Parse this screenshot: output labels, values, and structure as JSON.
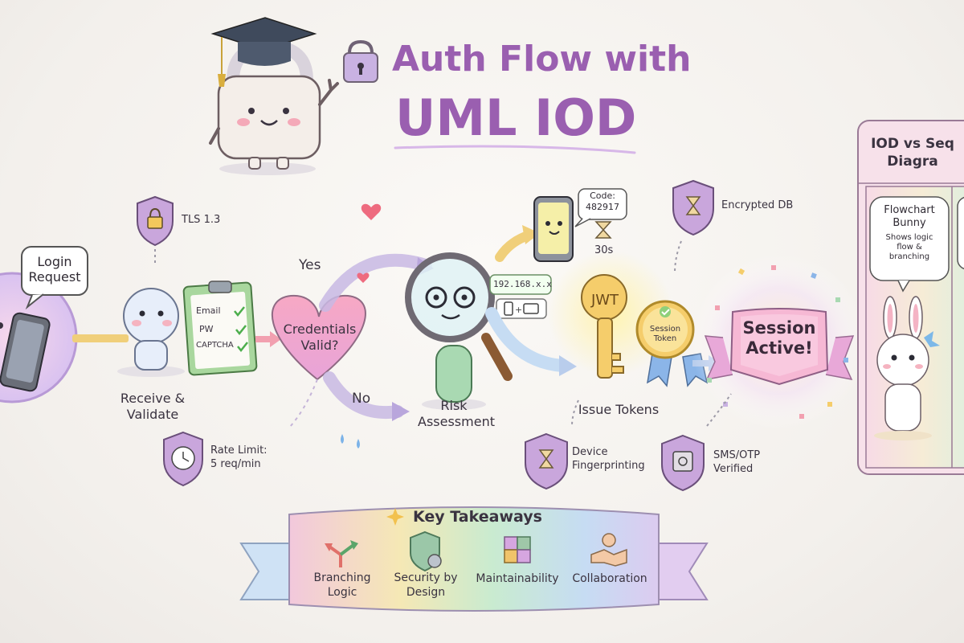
{
  "title": {
    "line1": "Auth Flow with",
    "line2": "UML IOD"
  },
  "colors": {
    "accent": "#9a5fb0",
    "shield": "#b48cc9",
    "arrow": "#b9a6dc",
    "gold": "#f1c66a",
    "ink": "#3a3340"
  },
  "nodes": {
    "login": {
      "bubble": "Login\nRequest"
    },
    "receive": {
      "label": "Receive &\nValidate"
    },
    "checklist": {
      "items": [
        "Email",
        "PW",
        "CAPTCHA"
      ]
    },
    "decision": {
      "label": "Credentials\nValid?",
      "yes": "Yes",
      "no": "No"
    },
    "risk": {
      "label": "Risk\nAssessment",
      "ip": "192.168.x.x"
    },
    "otp": {
      "code": "Code:\n482917",
      "timer": "30s"
    },
    "issue": {
      "label": "Issue Tokens",
      "jwt": "JWT",
      "badge": "Session\nToken"
    },
    "session": {
      "label": "Session\nActive!"
    }
  },
  "security": {
    "tls": "TLS 1.3",
    "rate_limit": "Rate Limit:\n5 req/min",
    "encrypted_db": "Encrypted DB",
    "device": "Device\nFingerprinting",
    "sms": "SMS/OTP\nVerified"
  },
  "takeaways": {
    "heading": "Key Takeaways",
    "items": [
      {
        "label": "Branching\nLogic",
        "icon": "branch-arrows-icon"
      },
      {
        "label": "Security by\nDesign",
        "icon": "shield-gear-icon"
      },
      {
        "label": "Maintainability",
        "icon": "puzzle-icon"
      },
      {
        "label": "Collaboration",
        "icon": "handshake-icon"
      }
    ]
  },
  "side_panel": {
    "title": "IOD vs Seq\nDiagra",
    "bubble_title": "Flowchart\nBunny",
    "bubble_desc": "Shows logic\nflow &\nbranching"
  }
}
